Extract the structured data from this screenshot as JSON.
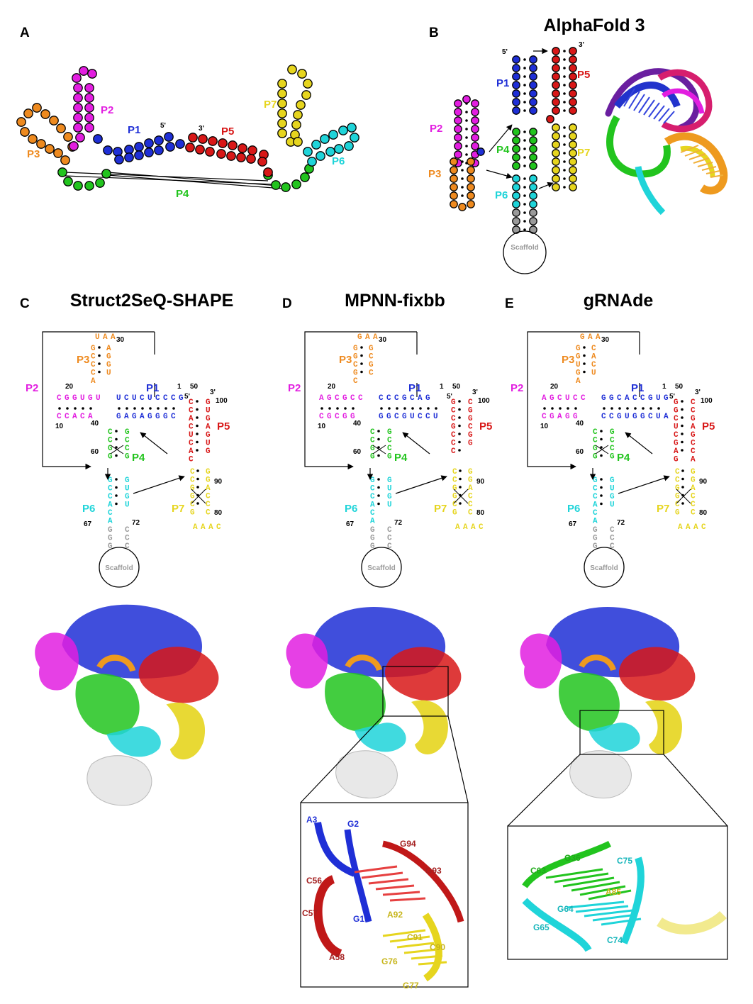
{
  "palette": {
    "P1": "#1f2fd6",
    "P2": "#e21ee0",
    "P3": "#ee8a1f",
    "P4": "#22c41e",
    "P5": "#d81818",
    "P6": "#1fd4d9",
    "P7": "#e6d51e",
    "scaffold": "#9a9a9a"
  },
  "panels": {
    "A": {
      "letter": "A"
    },
    "B": {
      "letter": "B",
      "title": "AlphaFold 3",
      "scaffold": "Scaffold"
    },
    "C": {
      "letter": "C",
      "title": "Struct2SeQ-SHAPE",
      "scaffold": "Scaffold"
    },
    "D": {
      "letter": "D",
      "title": "MPNN-fixbb",
      "scaffold": "Scaffold"
    },
    "E": {
      "letter": "E",
      "title": "gRNAde",
      "scaffold": "Scaffold"
    }
  },
  "stems": [
    "P1",
    "P2",
    "P3",
    "P4",
    "P5",
    "P6",
    "P7"
  ],
  "ends": {
    "five": "5'",
    "three": "3'"
  },
  "numbers": {
    "n1": "1",
    "n10": "10",
    "n20": "20",
    "n30": "30",
    "n40": "40",
    "n50": "50",
    "n60": "60",
    "n67": "67",
    "n72": "72",
    "n80": "80",
    "n90": "90",
    "n100": "100"
  },
  "sequences": {
    "C": {
      "P2_top": "CGGUGU",
      "P2_bot": "CCACA",
      "P1_top": "UCUCUCCCG",
      "P1_bot": "GAGAGGGC",
      "P3_l": "GCCCA",
      "P3_r": "AGGU",
      "P3_loop": "UAA",
      "P5_l": "CCACUCAC",
      "P5_r": "GUGAGUG"
    },
    "D": {
      "P2_top": "AGCGCC",
      "P2_bot": "CGCGG",
      "P1_top": "CCCGCAG",
      "P1_bot": "GGCGUCCU",
      "P3_l": "GGCGC",
      "P3_r": "GCGC",
      "P3_loop": "GAA",
      "P5_l": "GCCGCCC",
      "P5_r": "CGGCGG"
    },
    "E": {
      "P2_top": "AGCUCC",
      "P2_bot": "CGAGG",
      "P1_top": "GGCACCGUG",
      "P1_bot": "CCGUGGCUA",
      "P3_l": "GGUGA",
      "P3_r": "CACU",
      "P3_loop": "GAA",
      "P5_l": "GGCUCGAG",
      "P5_r": "CCGAGCCA"
    }
  },
  "insetD": {
    "labels": [
      {
        "text": "A3",
        "color": "#1f2fd6"
      },
      {
        "text": "G2",
        "color": "#1f2fd6"
      },
      {
        "text": "G94",
        "color": "#a42020"
      },
      {
        "text": "G93",
        "color": "#a42020"
      },
      {
        "text": "C56",
        "color": "#a42020"
      },
      {
        "text": "C57",
        "color": "#a42020"
      },
      {
        "text": "G1",
        "color": "#1f2fd6"
      },
      {
        "text": "A58",
        "color": "#a42020"
      },
      {
        "text": "A92",
        "color": "#c7b51a"
      },
      {
        "text": "C91",
        "color": "#c7b51a"
      },
      {
        "text": "C90",
        "color": "#c7b51a"
      },
      {
        "text": "G76",
        "color": "#c7b51a"
      },
      {
        "text": "G77",
        "color": "#c7b51a"
      }
    ]
  },
  "insetE": {
    "labels": [
      {
        "text": "C63",
        "color": "#1faa1a"
      },
      {
        "text": "G36",
        "color": "#1faa1a"
      },
      {
        "text": "C75",
        "color": "#17b6bb"
      },
      {
        "text": "A85",
        "color": "#c7b51a"
      },
      {
        "text": "G64",
        "color": "#17b6bb"
      },
      {
        "text": "G65",
        "color": "#17b6bb"
      },
      {
        "text": "C74",
        "color": "#17b6bb"
      }
    ]
  }
}
